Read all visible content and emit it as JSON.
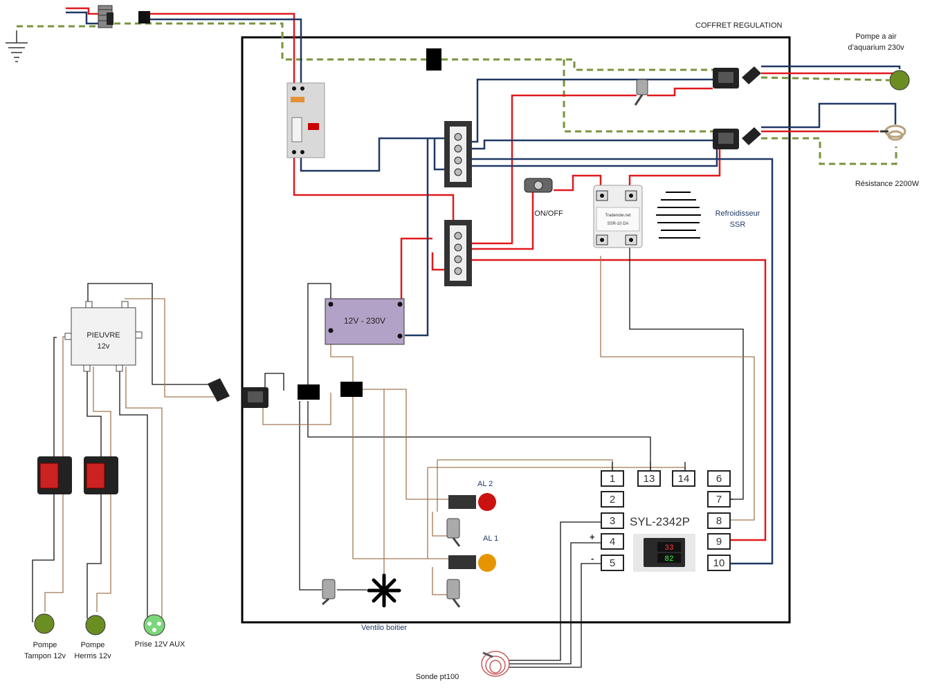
{
  "enclosure_title": "COFFRET REGULATION",
  "labels": {
    "air_pump": [
      "Pompe a air",
      "d’aquarium  230v"
    ],
    "heater": "Résistance  2200W",
    "on_off": "ON/OFF",
    "ssr_cooler": [
      "Refroidisseur",
      "SSR"
    ],
    "psu": "12V - 230V",
    "octopus": [
      "PIEUVRE",
      "12v"
    ],
    "al2": "AL 2",
    "al1": "AL 1",
    "fan": "Ventilo boitier",
    "probe": "Sonde pt100",
    "pump_tampon": [
      "Pompe",
      "Tampon 12v"
    ],
    "pump_herms": [
      "Pompe",
      "Herms 12v"
    ],
    "aux_socket": "Prise 12V AUX"
  },
  "controller": {
    "model": "SYL-2342P",
    "display_top": "33",
    "display_bottom": "82",
    "plus": "+",
    "minus": "-",
    "terminals_left": [
      "1",
      "2",
      "3",
      "4",
      "5"
    ],
    "terminals_top": [
      "13",
      "14"
    ],
    "terminals_right": [
      "6",
      "7",
      "8",
      "9",
      "10"
    ]
  },
  "ssr": {
    "brand": "Tradenote.net",
    "model": "SSR-10 DA"
  },
  "colors": {
    "live": "#e0191d",
    "neutral": "#1f3864",
    "earth": "#77933c",
    "signal": "#a07850",
    "low_voltage": "#111111",
    "psu_fill": "#b3a2c7",
    "pump_green": "#6b8e23",
    "enclosure": "#000000"
  }
}
